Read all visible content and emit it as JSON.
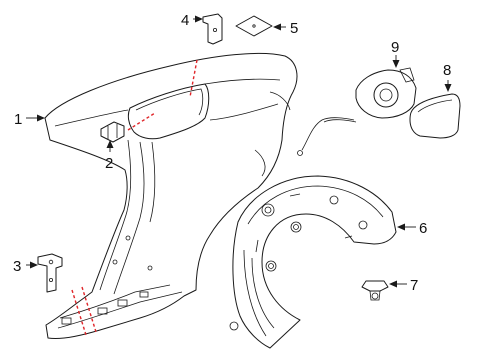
{
  "callouts": [
    {
      "id": "1",
      "label": "1"
    },
    {
      "id": "2",
      "label": "2"
    },
    {
      "id": "3",
      "label": "3"
    },
    {
      "id": "4",
      "label": "4"
    },
    {
      "id": "5",
      "label": "5"
    },
    {
      "id": "6",
      "label": "6"
    },
    {
      "id": "7",
      "label": "7"
    },
    {
      "id": "8",
      "label": "8"
    },
    {
      "id": "9",
      "label": "9"
    }
  ],
  "colors": {
    "line": "#1a1a1a",
    "cut_line": "#e0262a",
    "background": "#ffffff"
  }
}
